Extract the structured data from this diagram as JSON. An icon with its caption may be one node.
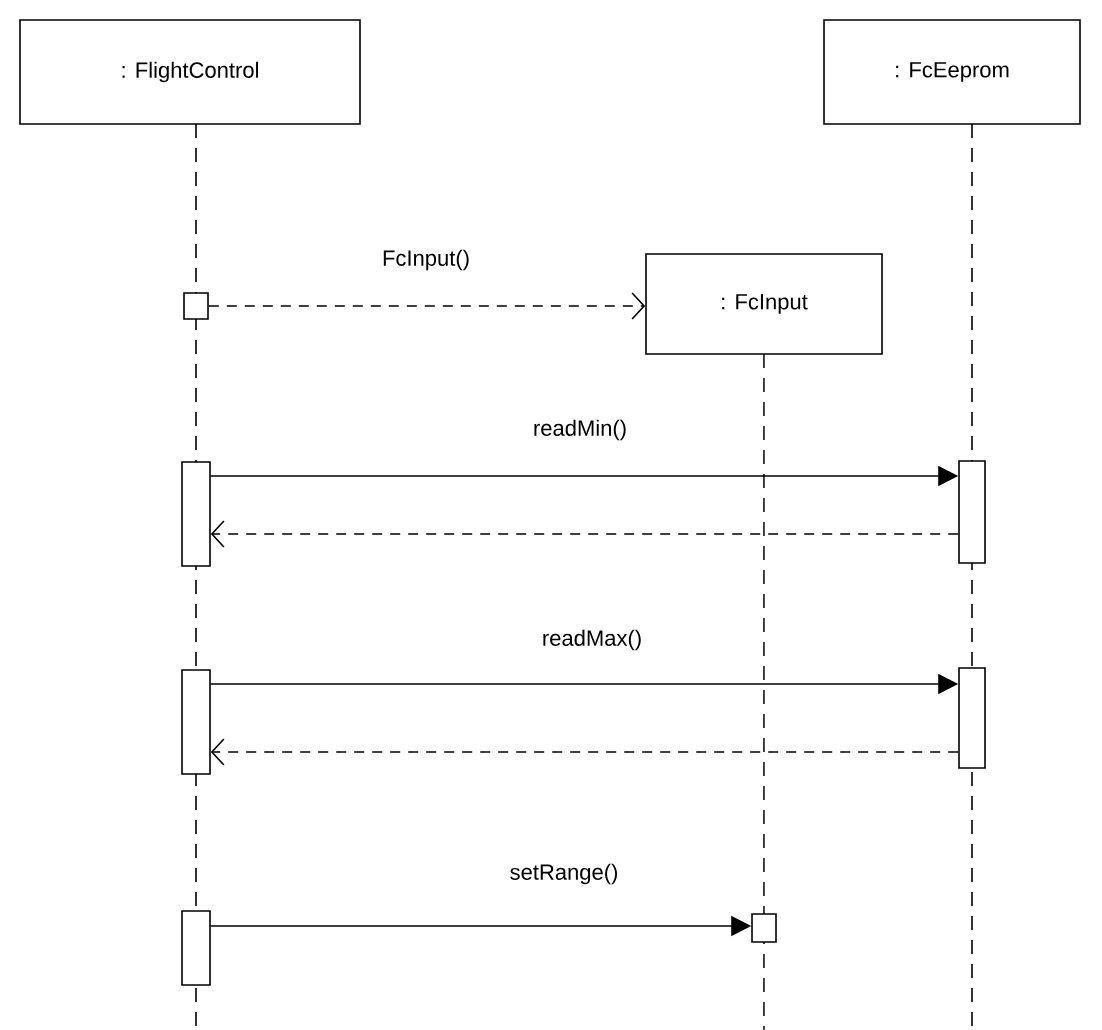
{
  "diagram": {
    "nodes": [
      {
        "text": [
          ": FlightControl"
        ]
      },
      {
        "text": [
          ": FcEeprom"
        ]
      },
      {
        "text": [
          ": FcInput"
        ]
      },
      {
        "text": [],
        "shape": "bar"
      },
      {
        "text": [],
        "shape": "bar"
      },
      {
        "text": [],
        "shape": "bar"
      },
      {
        "text": [],
        "shape": "bar"
      },
      {
        "text": [],
        "shape": "bar"
      },
      {
        "text": [],
        "shape": "bar"
      },
      {
        "text": [],
        "shape": "bar"
      }
    ],
    "edges": [
      {
        "from": 3,
        "to": 2,
        "arrow": "to",
        "label": "FcInput()",
        "style": "dashed"
      },
      {
        "from": 4,
        "to": 5,
        "arrow": "to",
        "label": "readMin()"
      },
      {
        "from": 5,
        "to": 4,
        "arrow": "to",
        "style": "dashed"
      },
      {
        "from": 6,
        "to": 7,
        "arrow": "to",
        "label": "readMax()"
      },
      {
        "from": 7,
        "to": 6,
        "arrow": "to",
        "style": "dashed"
      },
      {
        "from": 8,
        "to": 9,
        "arrow": "to",
        "label": "setRange()"
      }
    ]
  }
}
